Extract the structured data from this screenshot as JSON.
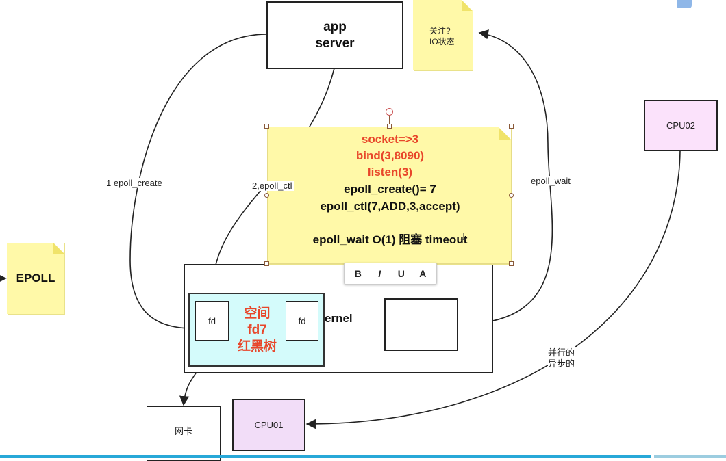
{
  "app_server": {
    "line1": "app",
    "line2": "server"
  },
  "note_focus": {
    "line1": "关注?",
    "line2": "IO状态"
  },
  "cpu02": {
    "label": "CPU02"
  },
  "cpu01": {
    "label": "CPU01"
  },
  "nic": {
    "label": "网卡"
  },
  "epoll_note": {
    "label": "EPOLL"
  },
  "main_note": {
    "red_lines": [
      "socket=>3",
      "bind(3,8090)",
      "listen(3)"
    ],
    "dark_lines": [
      "epoll_create()= 7",
      "epoll_ctl(7,ADD,3,accept)"
    ],
    "last_line": "epoll_wait  O(1)  阻塞  timeout"
  },
  "kernel": {
    "label": "ernel"
  },
  "space": {
    "lines": [
      "空间",
      "fd7",
      "红黑树"
    ]
  },
  "fd_left": {
    "label": "fd"
  },
  "fd_right": {
    "label": "fd"
  },
  "edge_labels": {
    "epoll_create": "1 epoll_create",
    "epoll_ctl": "2,epoll_ctl",
    "epoll_wait": "epoll_wait",
    "parallel_1": "并行的",
    "parallel_2": "异步的"
  },
  "toolbar": {
    "bold": "B",
    "italic": "I",
    "underline": "U",
    "font": "A"
  },
  "colors": {
    "note_yellow": "#fff9a8",
    "text_red": "#e8462a",
    "space_fill": "#d4fbfb",
    "cpu_fill": "#fbe2fb",
    "cpu01_fill": "#f2ddf8",
    "bottom_bar": "#28a8d8"
  }
}
